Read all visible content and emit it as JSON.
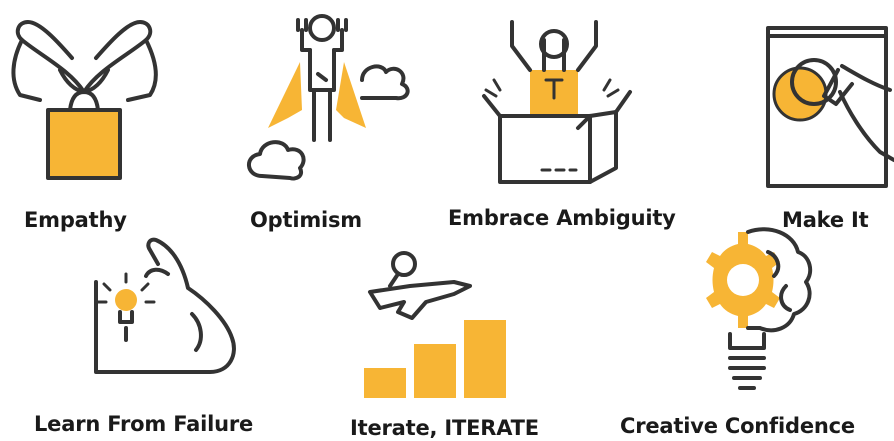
{
  "colors": {
    "accent": "#F7B535",
    "line": "#333333",
    "text": "#1a1a1a"
  },
  "mindsets": [
    {
      "label": "Empathy",
      "icon": "heart-hands-gift-icon"
    },
    {
      "label": "Optimism",
      "icon": "flying-hero-icon"
    },
    {
      "label": "Embrace Ambiguity",
      "icon": "person-in-box-icon"
    },
    {
      "label": "Make It",
      "icon": "hand-drawing-icon"
    },
    {
      "label": "Learn From Failure",
      "icon": "flexed-arm-lightbulb-icon"
    },
    {
      "label": "Iterate, ITERATE",
      "icon": "kicking-person-steps-icon"
    },
    {
      "label": "Creative Confidence",
      "icon": "gear-brain-lightbulb-icon"
    }
  ]
}
